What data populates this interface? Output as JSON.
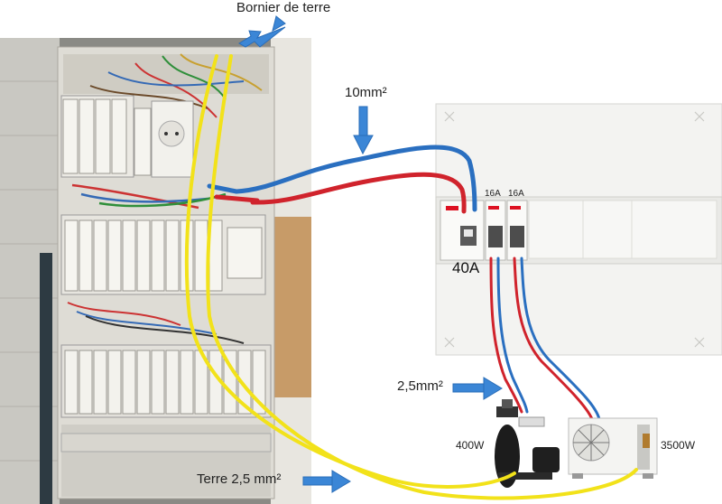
{
  "labels": {
    "earth_block": "Bornier de terre",
    "main_cable_section": "10mm²",
    "branch_cable_section": "2,5mm²",
    "earth_cable": "Terre 2,5 mm²",
    "pump_power": "400W",
    "heatpump_power": "3500W",
    "main_breaker_rating": "40A",
    "breaker_1_rating": "16A",
    "breaker_2_rating": "16A"
  },
  "colors": {
    "phase_wire": "#d0232c",
    "neutral_wire": "#2a6fc0",
    "earth_wire": "#f2e21a",
    "arrow": "#3b86d6"
  }
}
